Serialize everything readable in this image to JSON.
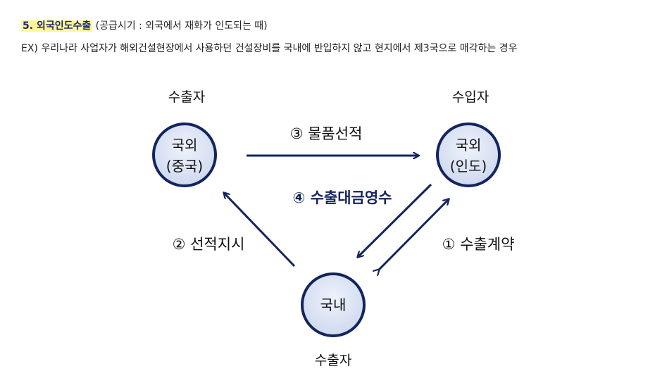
{
  "heading": {
    "number_title": "5. 외국인도수출",
    "subtitle": "(공급시기 : 외국에서 재화가 인도되는 때)"
  },
  "example": "EX) 우리나라 사업자가 해외건설현장에서 사용하던 건설장비를 국내에 반입하지 않고 현지에서 제3국으로 매각하는 경우",
  "diagram": {
    "left_node": {
      "role": "수출자",
      "line1": "국외",
      "line2": "(중국)"
    },
    "right_node": {
      "role": "수입자",
      "line1": "국외",
      "line2": "(인도)"
    },
    "bottom_node": {
      "role": "수출자",
      "line1": "국내"
    },
    "steps": {
      "contract": "① 수출계약",
      "shipping_order": "② 선적지시",
      "shipment": "③ 물품선적",
      "payment": "④ 수출대금영수"
    },
    "colors": {
      "stroke": "#14245e",
      "fill": "#dbe3f4"
    }
  }
}
